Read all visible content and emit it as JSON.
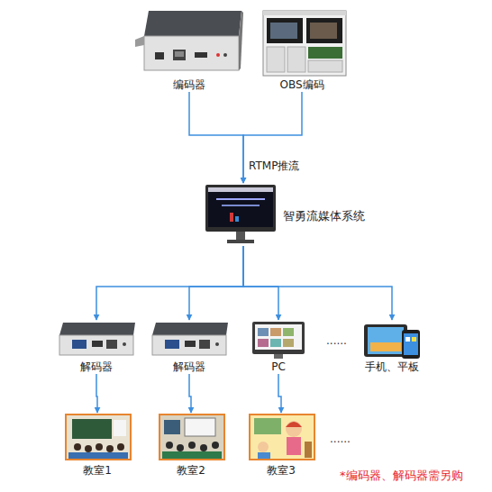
{
  "diagram": {
    "nodes": [
      {
        "text": [
          "编码器"
        ]
      },
      {
        "text": [
          "OBS编码"
        ]
      },
      {
        "text": [
          "智勇流媒体系统"
        ]
      },
      {
        "text": [
          "解码器"
        ]
      },
      {
        "text": [
          "解码器"
        ]
      },
      {
        "text": [
          "PC"
        ]
      },
      {
        "text": [
          "手机、平板"
        ]
      },
      {
        "text": [
          "教室1"
        ]
      },
      {
        "text": [
          "教室2"
        ]
      },
      {
        "text": [
          "教室3"
        ]
      }
    ],
    "edges": [
      {
        "from": 0,
        "to": 2,
        "arrow": "to",
        "label": "RTMP推流"
      },
      {
        "from": 1,
        "to": 2,
        "arrow": "to"
      },
      {
        "from": 2,
        "to": 3,
        "arrow": "to"
      },
      {
        "from": 2,
        "to": 4,
        "arrow": "to"
      },
      {
        "from": 2,
        "to": 5,
        "arrow": "to"
      },
      {
        "from": 2,
        "to": 6,
        "arrow": "to"
      },
      {
        "from": 3,
        "to": 7,
        "arrow": "to"
      },
      {
        "from": 4,
        "to": 8,
        "arrow": "to"
      },
      {
        "from": 5,
        "to": 9,
        "arrow": "to"
      }
    ],
    "labels": [
      "......",
      "......",
      "*编码器、解码器需另购"
    ]
  }
}
